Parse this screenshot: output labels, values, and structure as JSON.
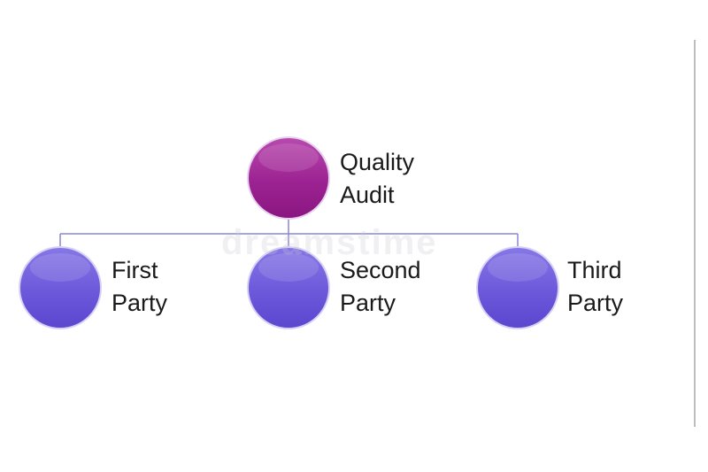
{
  "diagram": {
    "root": {
      "line1": "Quality",
      "line2": "Audit"
    },
    "children": [
      {
        "line1": "First",
        "line2": "Party"
      },
      {
        "line1": "Second",
        "line2": "Party"
      },
      {
        "line1": "Third",
        "line2": "Party"
      }
    ],
    "watermark": "dreamstime"
  },
  "colors": {
    "root_fill": "#9a1f8f",
    "root_fill_light": "#c04cb5",
    "child_fill": "#6a56d8",
    "child_fill_light": "#8f80ea",
    "connector": "#8c85d6",
    "node_stroke": "#d7d2f5"
  }
}
